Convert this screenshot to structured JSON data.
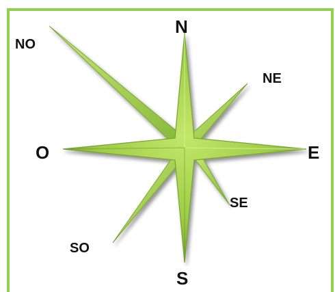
{
  "directions": {
    "n": "N",
    "s": "S",
    "e": "E",
    "o": "O",
    "no": "NO",
    "ne": "NE",
    "se": "SE",
    "so": "SO"
  },
  "colors": {
    "frame": "#92d050",
    "star_light": "#c3e66b",
    "star_mid": "#9ccc45",
    "star_dark": "#6f9a2a",
    "label": "#111111"
  }
}
